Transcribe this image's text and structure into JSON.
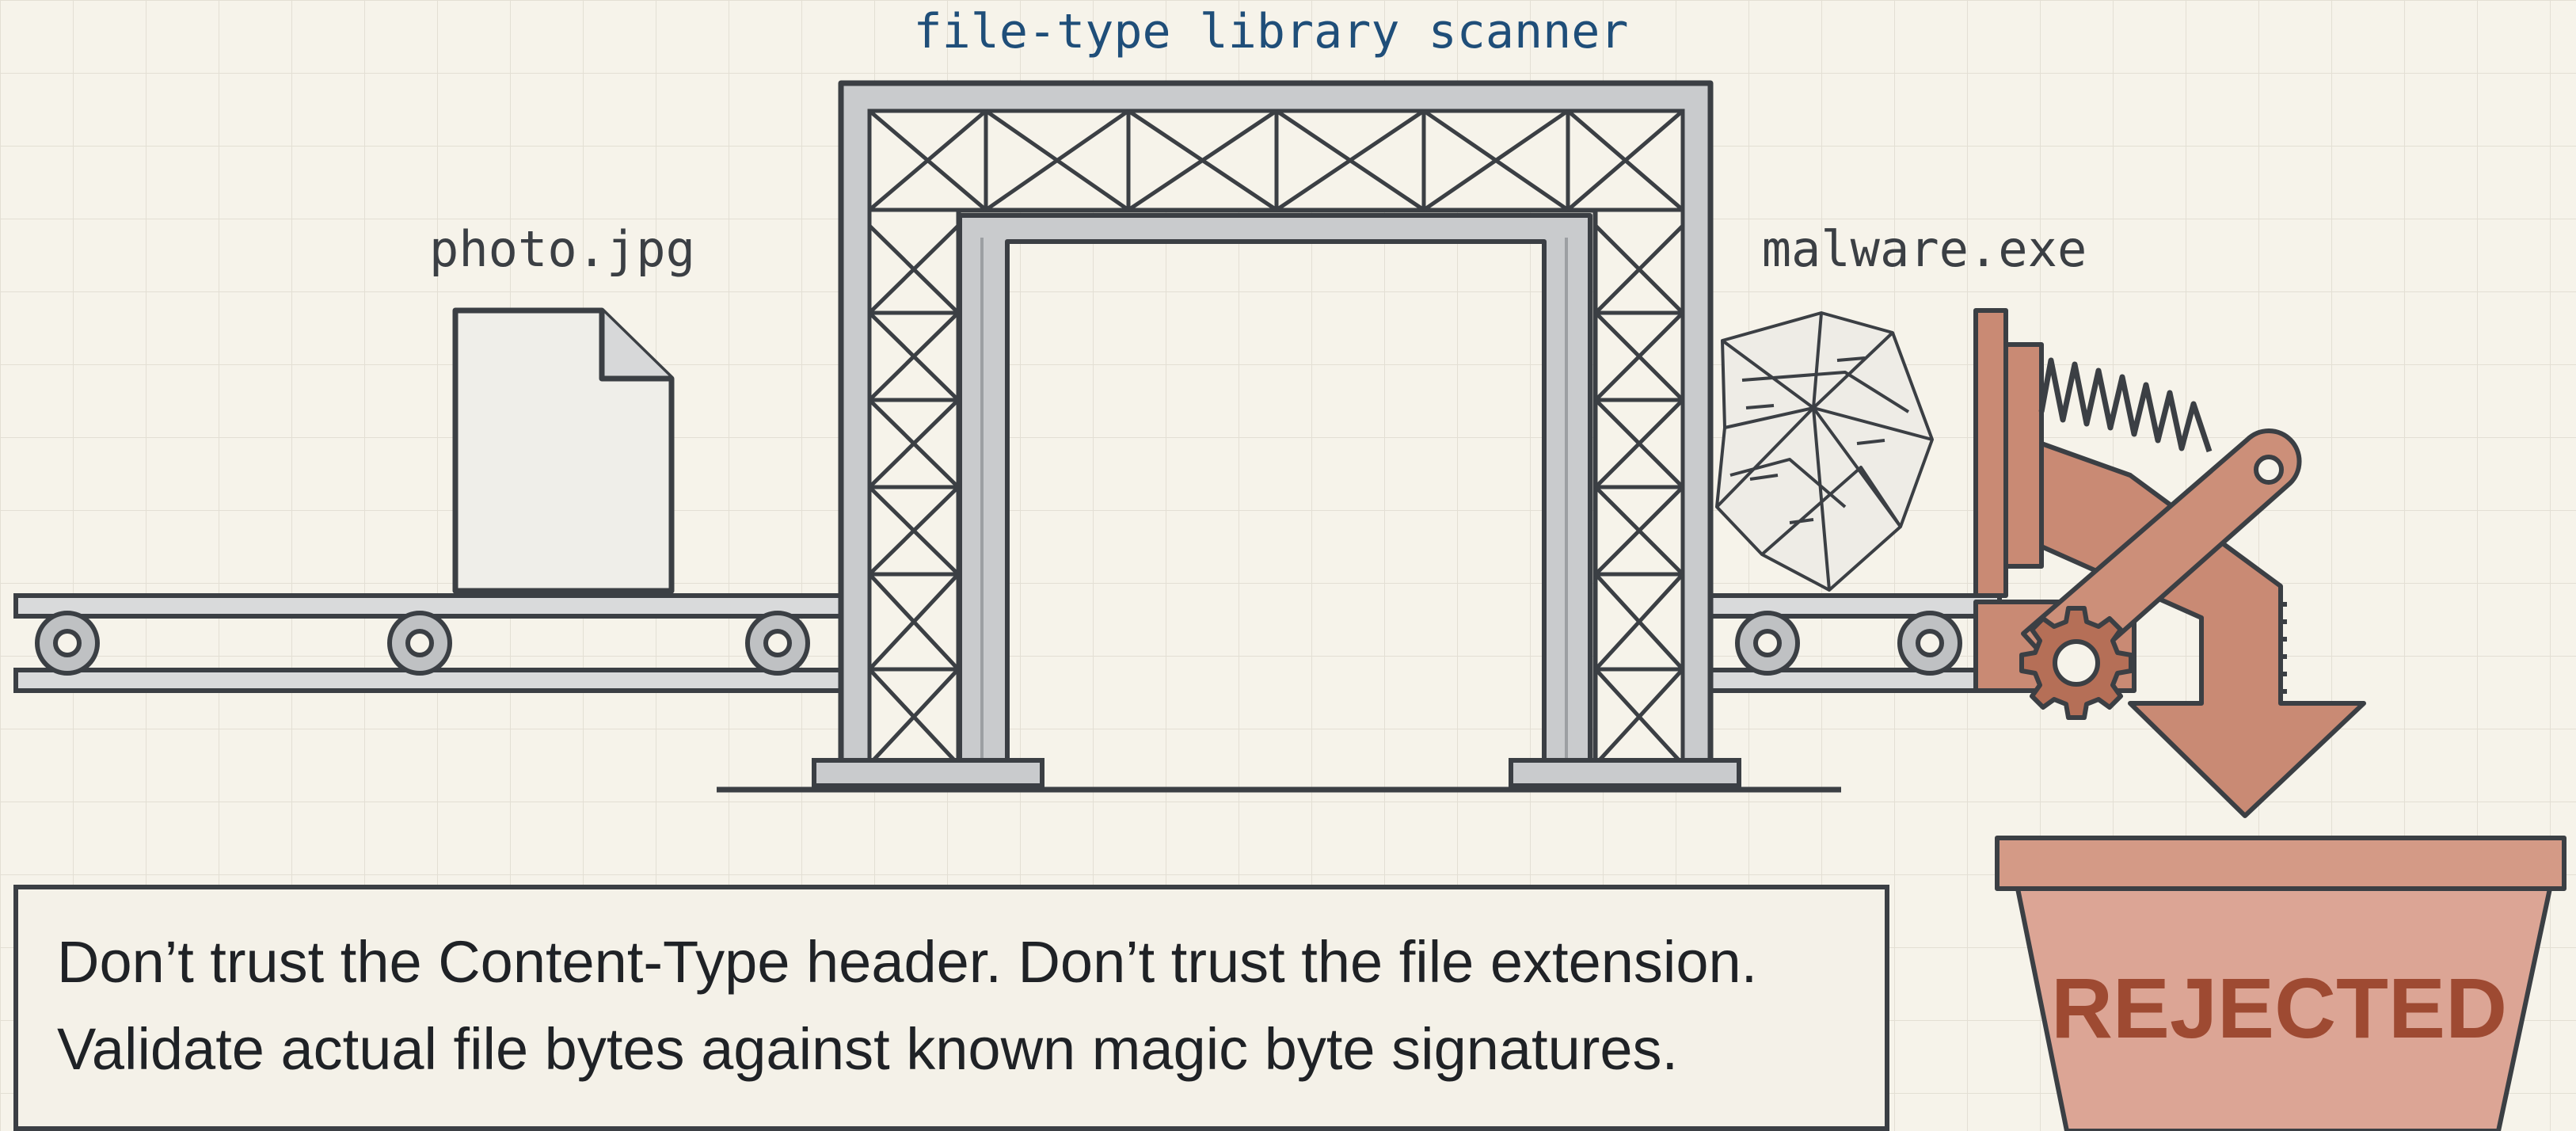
{
  "scanner": {
    "title": "file-type library scanner"
  },
  "files": {
    "good_label": "photo.jpg",
    "bad_label": "malware.exe"
  },
  "bin": {
    "label": "REJECTED"
  },
  "caption": {
    "line1": "Don’t trust the Content-Type header. Don’t trust the file extension.",
    "line2": "Validate actual file bytes against known magic byte signatures."
  },
  "colors": {
    "background": "#f6f3ea",
    "grid": "#e3dfd4",
    "frame": "#c7c9cb",
    "outline": "#3b3f44",
    "title_blue": "#1f4e79",
    "rust": "#c98a74",
    "rust_dark": "#b56f57",
    "rejected_text": "#9e4a32",
    "caption_bg": "#f4f1e8"
  }
}
